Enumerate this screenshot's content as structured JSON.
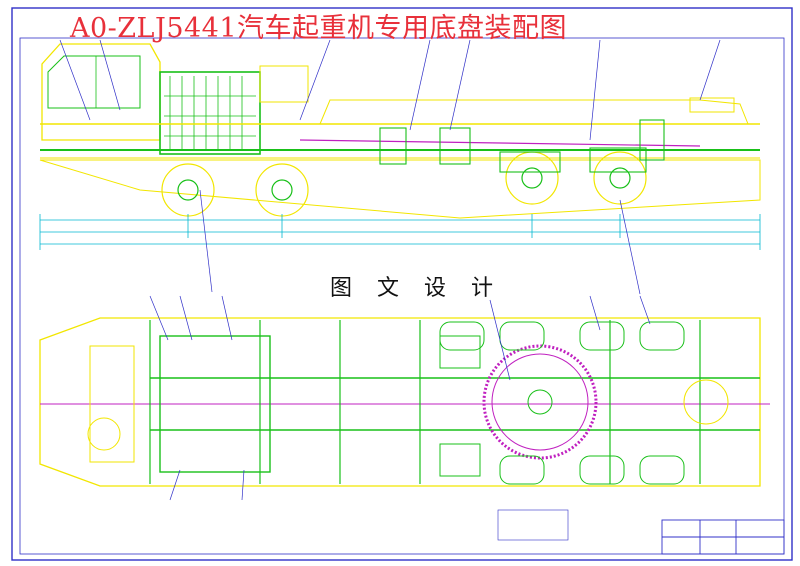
{
  "drawing": {
    "title": "A0-ZLJ5441汽车起重机专用底盘装配图",
    "watermark": "图 文 设 计",
    "views": [
      "side-elevation",
      "plan-view"
    ]
  },
  "colors": {
    "background": "#ffffff",
    "title": "#e8303a",
    "frame": "#3030c8",
    "green": "#19c019",
    "yellow": "#f2e600",
    "magenta": "#c020c0",
    "cyan": "#00b8d0",
    "red": "#e02020"
  }
}
